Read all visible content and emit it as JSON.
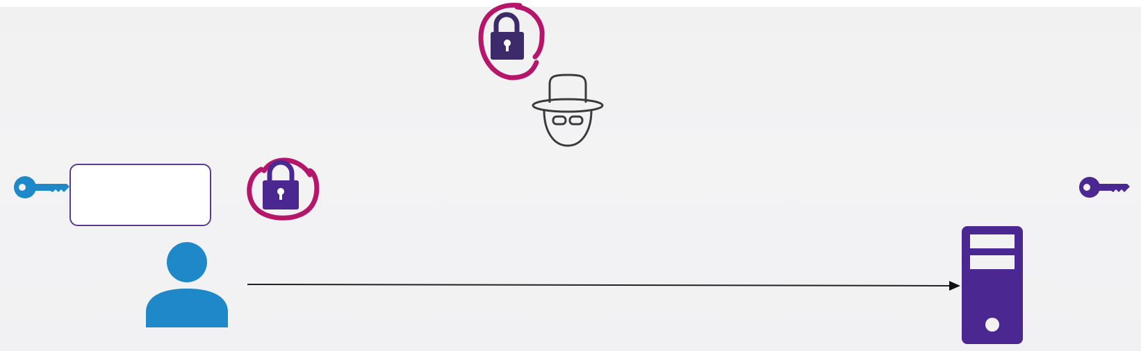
{
  "diagram": {
    "nodes": [
      {
        "id": "client-user",
        "icon": "user-icon",
        "color": "#1f88c9"
      },
      {
        "id": "server",
        "icon": "server-tower-icon",
        "color": "#4b2891"
      },
      {
        "id": "attacker",
        "icon": "hacker-icon",
        "color": "#3a3a3a"
      },
      {
        "id": "client-key",
        "icon": "key-icon",
        "color": "#1f88c9"
      },
      {
        "id": "server-key",
        "icon": "key-icon",
        "color": "#4b2891"
      },
      {
        "id": "message-box",
        "icon": "empty-message-box",
        "color": "#5b3a96"
      },
      {
        "id": "lock-near-client",
        "icon": "padlock-icon",
        "color": "#4b2891",
        "annotation": "circled"
      },
      {
        "id": "lock-near-attacker",
        "icon": "padlock-icon",
        "color": "#4b2891",
        "annotation": "circled"
      }
    ],
    "edges": [
      {
        "from": "client-user",
        "to": "server",
        "style": "arrow"
      }
    ],
    "annotation_color": "#b5166a"
  }
}
